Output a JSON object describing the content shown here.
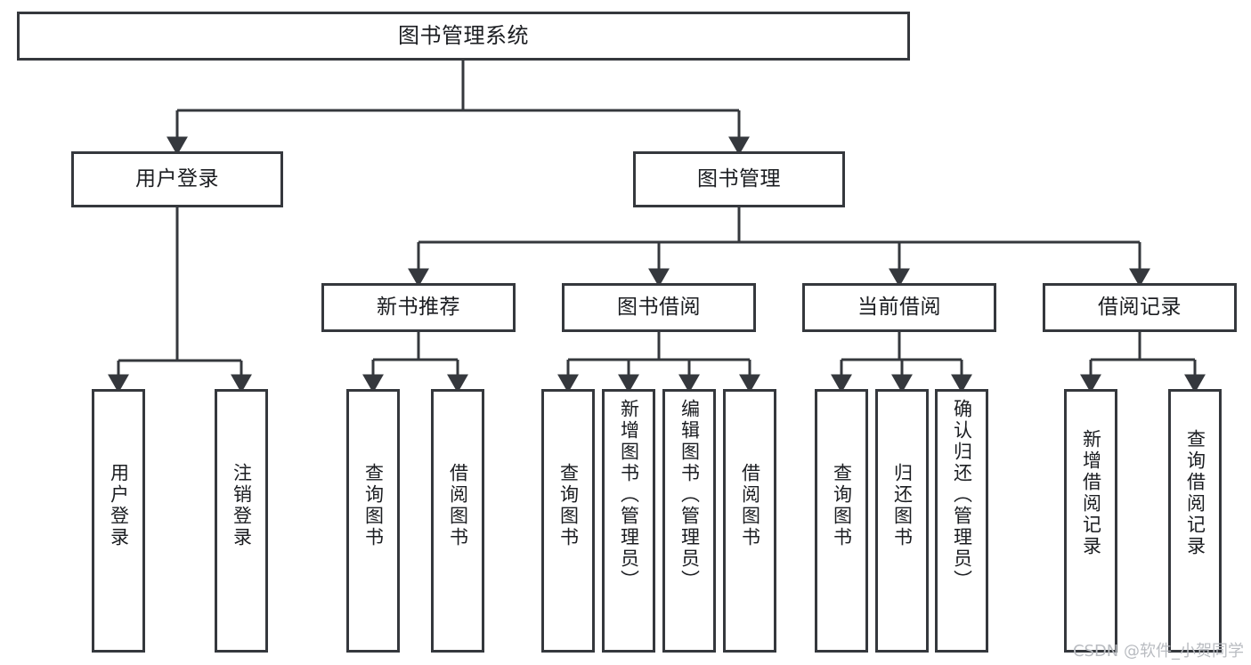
{
  "diagram": {
    "title": "图书管理系统",
    "type": "hierarchy-tree",
    "root": {
      "id": "root",
      "label": "图书管理系统"
    },
    "level2": [
      {
        "id": "user-login",
        "label": "用户登录"
      },
      {
        "id": "book-management",
        "label": "图书管理"
      }
    ],
    "level3": [
      {
        "id": "new-book-recommend",
        "label": "新书推荐"
      },
      {
        "id": "book-borrow",
        "label": "图书借阅"
      },
      {
        "id": "current-borrow",
        "label": "当前借阅"
      },
      {
        "id": "borrow-record",
        "label": "借阅记录"
      }
    ],
    "leaves": {
      "user_login": [
        {
          "id": "leaf-user-login",
          "label": "用户登录"
        },
        {
          "id": "leaf-logout",
          "label": "注销登录"
        }
      ],
      "new_book_recommend": [
        {
          "id": "leaf-query-book-1",
          "label": "查询图书"
        },
        {
          "id": "leaf-borrow-book-1",
          "label": "借阅图书"
        }
      ],
      "book_borrow": [
        {
          "id": "leaf-query-book-2",
          "label": "查询图书"
        },
        {
          "id": "leaf-add-book",
          "label": "新增图书（管理员）"
        },
        {
          "id": "leaf-edit-book",
          "label": "编辑图书（管理员）"
        },
        {
          "id": "leaf-borrow-book-2",
          "label": "借阅图书"
        }
      ],
      "current_borrow": [
        {
          "id": "leaf-query-book-3",
          "label": "查询图书"
        },
        {
          "id": "leaf-return-book",
          "label": "归还图书"
        },
        {
          "id": "leaf-confirm-return",
          "label": "确认归还（管理员）"
        }
      ],
      "borrow_record": [
        {
          "id": "leaf-add-record",
          "label": "新增借阅记录"
        },
        {
          "id": "leaf-query-record",
          "label": "查询借阅记录"
        }
      ]
    },
    "colors": {
      "background": "#ffffff",
      "box_border": "#35383d",
      "box_fill": "#ffffff",
      "edge": "#35383d",
      "text": "#1b1d21",
      "watermark": "#b9bcc1"
    }
  },
  "watermark": {
    "text": "CSDN @软件_小贺同学"
  }
}
